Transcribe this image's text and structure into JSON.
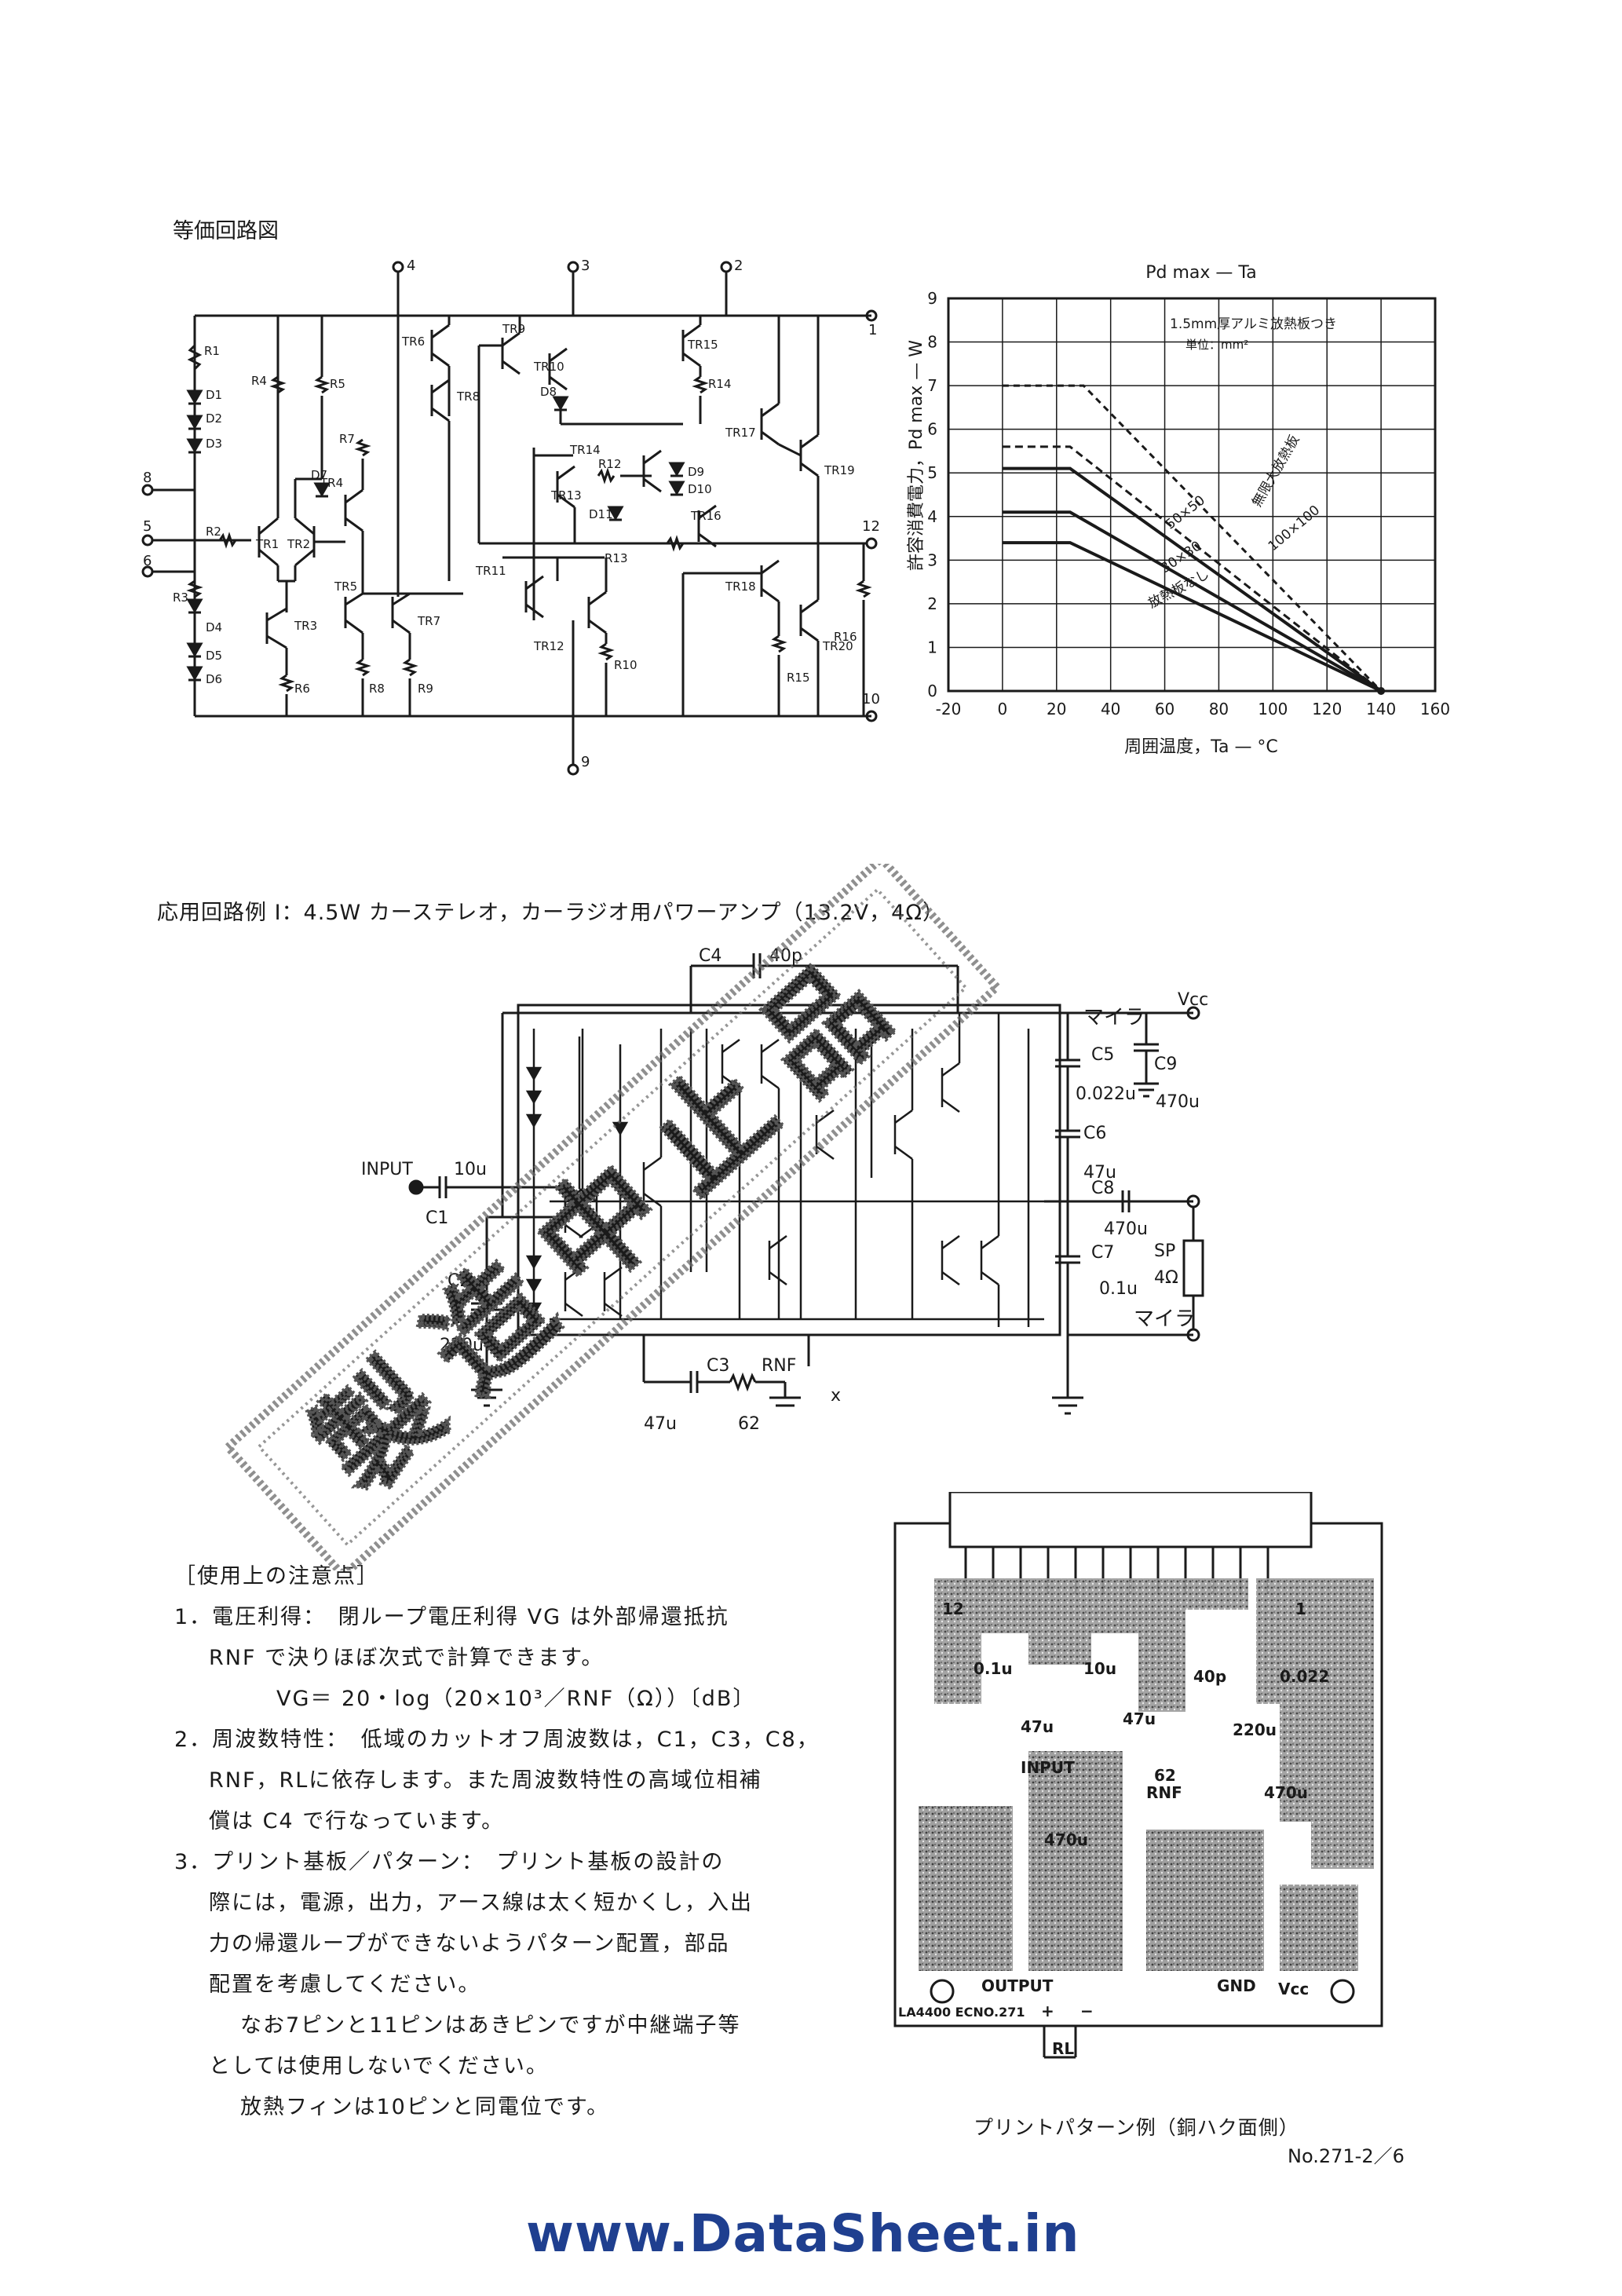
{
  "headings": {
    "equivalent_circuit": "等価回路図",
    "application_example": "応用回路例 I：4.5W カーステレオ，カーラジオ用パワーアンプ（13.2V，4Ω）",
    "pcb_caption": "プリントパターン例（銅ハク面側）"
  },
  "circuit_labels": {
    "pins": [
      "4",
      "3",
      "2",
      "1",
      "8",
      "5",
      "6",
      "12",
      "10",
      "9"
    ],
    "resistors": [
      "R1",
      "R2",
      "R3",
      "R4",
      "R5",
      "R6",
      "R7",
      "R8",
      "R9",
      "R10",
      "R12",
      "R13",
      "R14",
      "R15",
      "R16"
    ],
    "diodes": [
      "D1",
      "D2",
      "D3",
      "D4",
      "D5",
      "D6",
      "D7",
      "D8",
      "D9",
      "D10",
      "D11"
    ],
    "transistors": [
      "TR1",
      "TR2",
      "TR3",
      "TR4",
      "TR5",
      "TR6",
      "TR7",
      "TR8",
      "TR9",
      "TR10",
      "TR11",
      "TR12",
      "TR13",
      "TR14",
      "TR15",
      "TR16",
      "TR17",
      "TR18",
      "TR19",
      "TR20"
    ]
  },
  "chart_data": {
    "type": "line",
    "title": "Pd max — Ta",
    "xlabel": "周囲温度，Ta — °C",
    "ylabel": "許容消費電力，Pd max — W",
    "xlim": [
      -20,
      160
    ],
    "ylim": [
      0,
      9
    ],
    "xticks": [
      "-20",
      "0",
      "20",
      "40",
      "60",
      "80",
      "100",
      "120",
      "140",
      "160"
    ],
    "yticks": [
      "0",
      "1",
      "2",
      "3",
      "4",
      "5",
      "6",
      "7",
      "8",
      "9"
    ],
    "annotation": "1.5mm厚アルミ放熱板つき",
    "annotation_unit": "単位：mm²",
    "series": [
      {
        "name": "無限大放熱板",
        "x": [
          30,
          140
        ],
        "y": [
          7.0,
          0.0
        ]
      },
      {
        "name": "100×100",
        "x": [
          25,
          140
        ],
        "y": [
          5.6,
          0.0
        ]
      },
      {
        "name": "50×50",
        "x": [
          25,
          140
        ],
        "y": [
          5.1,
          0.0
        ]
      },
      {
        "name": "30×30",
        "x": [
          25,
          140
        ],
        "y": [
          4.1,
          0.0
        ]
      },
      {
        "name": "放熱板なし",
        "x": [
          25,
          140
        ],
        "y": [
          3.4,
          0.0
        ]
      }
    ]
  },
  "app_circuit": {
    "input_label": "INPUT",
    "c1_value": "10u",
    "c1_label": "C1",
    "c2_label": "C2",
    "c2_value": "220u",
    "c3_label": "C3",
    "c3_value": "47u",
    "rnf_label": "RNF",
    "rnf_value": "62",
    "c4_label": "C4",
    "c4_value": "40p",
    "mylar_top": "マイラ",
    "vcc_label": "Vcc",
    "c5_label": "C5",
    "c5_value": "0.022u",
    "c9_label": "C9",
    "c9_value": "470u",
    "c6_label": "C6",
    "c6_value": "47u",
    "c8_label": "C8",
    "c8_value": "470u",
    "c7_label": "C7",
    "c7_value": "0.1u",
    "mylar_bottom": "マイラ",
    "sp_label": "SP",
    "sp_value": "4Ω",
    "x_mark": "x"
  },
  "notes": {
    "heading": "［使用上の注意点］",
    "item1_line1": "1．電圧利得：　閉ループ電圧利得 VG は外部帰還抵抗",
    "item1_line2": "RNF で決りほぼ次式で計算できます。",
    "item1_formula": "VG＝ 20・log（20×10³／RNF（Ω））〔dB〕",
    "item2_line1": "2．周波数特性：　低域のカットオフ周波数は，C1，C3，C8，",
    "item2_line2": "RNF，RLに依存します。また周波数特性の高域位相補",
    "item2_line3": "償は C4 で行なっています。",
    "item3_line1": "3．プリント基板／パターン：　プリント基板の設計の",
    "item3_line2": "際には，電源，出力，アース線は太く短かくし，入出",
    "item3_line3": "力の帰還ループができないようパターン配置，部品",
    "item3_line4": "配置を考慮してください。",
    "extra_line1": "なお7ピンと11ピンはあきピンですが中継端子等",
    "extra_line2": "としては使用しないでください。",
    "extra_line3": "放熱フィンは10ピンと同電位です。"
  },
  "pcb": {
    "label_12": "12",
    "label_1": "1",
    "c_01u": "0.1u",
    "c_10u": "10u",
    "c_40p": "40p",
    "c_0022": "0.022",
    "c_47u_a": "47u",
    "c_47u_b": "47u",
    "c_220u": "220u",
    "input": "INPUT",
    "rnf": "RNF",
    "rnf_value": "62",
    "c_470u_a": "470u",
    "c_470u_b": "470u",
    "output": "OUTPUT",
    "gnd": "GND",
    "vcc": "Vcc",
    "board_id": "LA4400 ECNO.271",
    "plus": "+",
    "minus": "−",
    "rl": "RL"
  },
  "page_number": "No.271-2／6",
  "footer_url": "www.DataSheet.in",
  "watermark_text": "製造中止品"
}
